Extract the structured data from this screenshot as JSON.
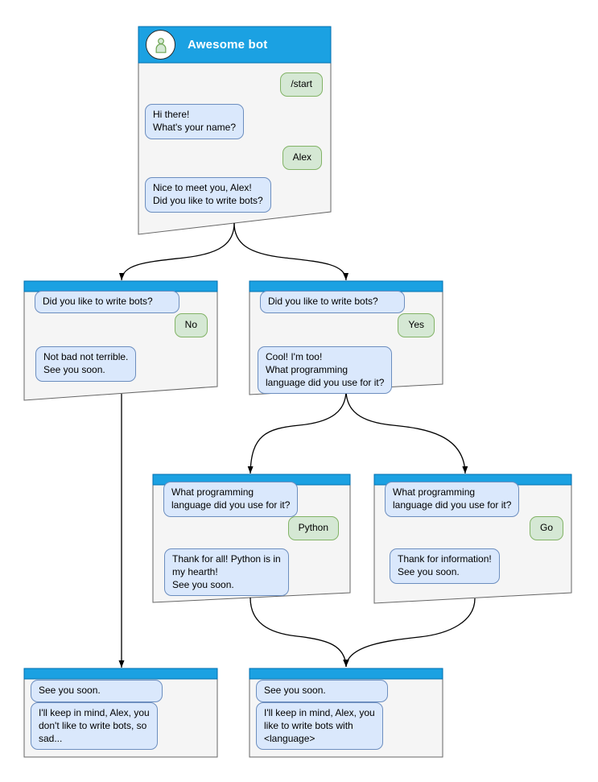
{
  "colors": {
    "header_blue": "#1ba1e2",
    "header_border": "#006eaf",
    "bot_fill": "#dae8fc",
    "bot_border": "#6c8ebf",
    "user_fill": "#d5e8d4",
    "user_border": "#82b366",
    "window_fill": "#f5f5f5",
    "window_border": "#666666",
    "arrow_color": "#000000"
  },
  "main_window": {
    "title": "Awesome bot",
    "messages": [
      {
        "from": "user",
        "text": "/start"
      },
      {
        "from": "bot",
        "text": "Hi there!\nWhat's your name?"
      },
      {
        "from": "user",
        "text": "Alex"
      },
      {
        "from": "bot",
        "text": "Nice to meet you, Alex!\nDid you like to write bots?"
      }
    ]
  },
  "branch_no": {
    "messages": [
      {
        "from": "bot",
        "text": "Did you like to write bots?"
      },
      {
        "from": "user",
        "text": "No"
      },
      {
        "from": "bot",
        "text": "Not bad not terrible.\nSee you soon."
      }
    ]
  },
  "branch_yes": {
    "messages": [
      {
        "from": "bot",
        "text": "Did you like to write bots?"
      },
      {
        "from": "user",
        "text": "Yes"
      },
      {
        "from": "bot",
        "text": "Cool! I'm too!\nWhat programming\nlanguage did you use for it?"
      }
    ]
  },
  "branch_python": {
    "messages": [
      {
        "from": "bot",
        "text": "What programming\nlanguage did you use for it?"
      },
      {
        "from": "user",
        "text": "Python"
      },
      {
        "from": "bot",
        "text": "Thank for all! Python is in\nmy hearth!\nSee you soon."
      }
    ]
  },
  "branch_go": {
    "messages": [
      {
        "from": "bot",
        "text": "What programming\nlanguage did you use for it?"
      },
      {
        "from": "user",
        "text": "Go"
      },
      {
        "from": "bot",
        "text": "Thank for information!\nSee you soon."
      }
    ]
  },
  "end_no": {
    "messages": [
      {
        "from": "bot",
        "text": "See you soon."
      },
      {
        "from": "bot",
        "text": "I'll keep in mind, Alex, you\ndon't like to write bots, so\nsad..."
      }
    ]
  },
  "end_language": {
    "messages": [
      {
        "from": "bot",
        "text": "See you soon."
      },
      {
        "from": "bot",
        "text": "I'll keep in mind, Alex, you\nlike to write bots with\n<language>"
      }
    ]
  }
}
